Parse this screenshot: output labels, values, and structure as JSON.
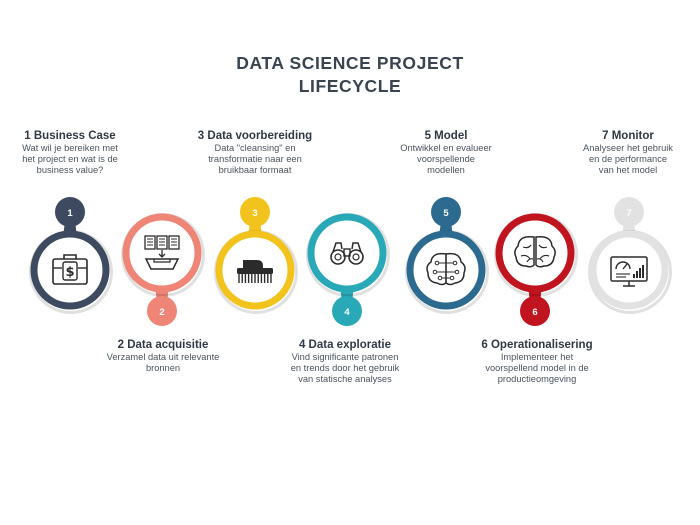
{
  "title": {
    "line1": "DATA SCIENCE PROJECT",
    "line2": "LIFECYCLE"
  },
  "steps": [
    {
      "number": "1",
      "heading": "1 Business Case",
      "desc_lines": [
        "Wat wil je bereiken met",
        "het project en wat is de",
        "business value?"
      ],
      "color": "#3e4a5f",
      "icon": "briefcase-dollar-icon"
    },
    {
      "number": "2",
      "heading": "2 Data acquisitie",
      "desc_lines": [
        "Verzamel data uit relevante",
        "bronnen"
      ],
      "color": "#ef8577",
      "icon": "documents-inbox-icon"
    },
    {
      "number": "3",
      "heading": "3 Data voorbereiding",
      "desc_lines": [
        "Data \"cleansing\" en",
        "transformatie naar een",
        "bruikbaar formaat"
      ],
      "color": "#f2c31d",
      "icon": "scrub-brush-icon"
    },
    {
      "number": "4",
      "heading": "4 Data exploratie",
      "desc_lines": [
        "Vind significante patronen",
        "en trends door het gebruik",
        "van statische analyses"
      ],
      "color": "#29a9b7",
      "icon": "binoculars-icon"
    },
    {
      "number": "5",
      "heading": "5 Model",
      "desc_lines": [
        "Ontwikkel en evalueer",
        "voorspellende",
        "modellen"
      ],
      "color": "#2d6a8f",
      "icon": "circuit-brain-icon"
    },
    {
      "number": "6",
      "heading": "6 Operationalisering",
      "desc_lines": [
        "Implementeer het",
        "voorspellend model in de",
        "productieomgeving"
      ],
      "color": "#c0141e",
      "icon": "brain-icon"
    },
    {
      "number": "7",
      "heading": "7 Monitor",
      "desc_lines": [
        "Analyseer het gebruik",
        "en de performance",
        "van het model"
      ],
      "color": "#e2e2e2",
      "icon": "dashboard-monitor-icon"
    }
  ]
}
